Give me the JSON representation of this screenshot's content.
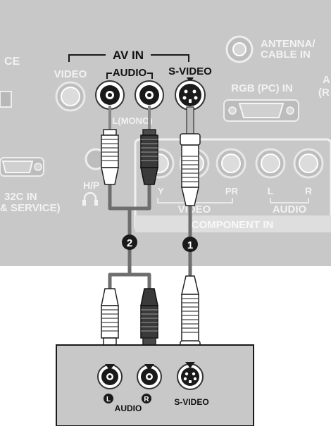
{
  "tv_panel": {
    "labels": {
      "antenna_line1": "ANTENNA/",
      "antenna_line2": "CABLE IN",
      "source_partial": "CE",
      "av_in": "AV IN",
      "video": "VIDEO",
      "audio": "AUDIO",
      "svideo": "S-VIDEO",
      "rgb_pc_in": "RGB (PC) IN",
      "right_partial_1": "A",
      "right_partial_2": "(R",
      "l_mono": "L(MONO)",
      "rs232_line1": "32C IN",
      "rs232_line2": "& SERVICE)",
      "hp": "H/P",
      "pr": "PR",
      "y": "Y",
      "comp_video": "VIDEO",
      "comp_l": "L",
      "comp_r": "R",
      "comp_audio": "AUDIO",
      "component_in": "COMPONENT IN"
    }
  },
  "device": {
    "labels": {
      "left": "L",
      "right": "R",
      "audio": "AUDIO",
      "svideo": "S-VIDEO"
    }
  },
  "steps": {
    "audio_marker": "2",
    "svideo_marker": "1"
  },
  "colors": {
    "panel": "#c8c8c8",
    "label_white": "#f4f4f4",
    "cable_gray": "#6e6e6e",
    "plug_white": "#ffffff",
    "plug_dark": "#3a3a3a",
    "jack_black": "#1a1a1a"
  }
}
